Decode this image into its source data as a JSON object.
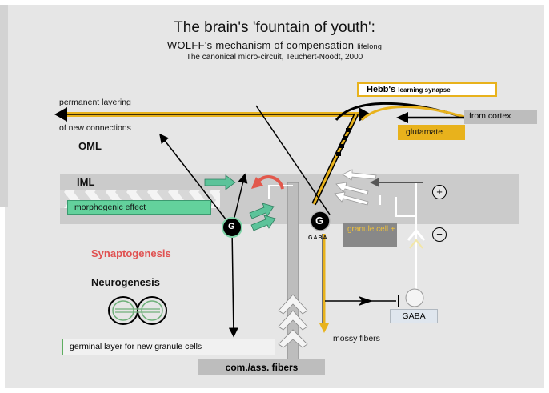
{
  "title": "The brain's 'fountain of youth':",
  "subtitle": {
    "main": "WOLFF's mechanism of compensation",
    "suffix": "lifelong"
  },
  "citation": "The canonical micro-circuit, Teuchert-Noodt, 2000",
  "labels": {
    "permanent_layering": "permanent layering",
    "new_connections": "of new connections",
    "oml": "OML",
    "iml": "IML",
    "morphogenic_effect": "morphogenic effect",
    "synaptogenesis": "Synaptogenesis",
    "neurogenesis": "Neurogenesis",
    "germinal_layer": "germinal layer for new granule cells",
    "com_ass_fibers": "com./ass. fibers",
    "mossy_fibers": "mossy fibers",
    "hebb_main": "Hebb's",
    "hebb_suffix": "learning synapse",
    "from_cortex": "from cortex",
    "glutamate": "glutamate",
    "granule_cell": "granule cell +",
    "gaba_under_cell": "GABA",
    "gaba_box": "GABA",
    "plus": "+",
    "minus": "−",
    "g_green": "G",
    "g_black": "G"
  },
  "colors": {
    "panel": "#e6e6e6",
    "band": "#c9c9c9",
    "green_arrow": "#5cc39a",
    "morphogenic_fill": "#63d19c",
    "gold": "#e8b21c",
    "red_arrow": "#e2584c",
    "hebb_border": "#e8b21c",
    "black": "#000000"
  }
}
